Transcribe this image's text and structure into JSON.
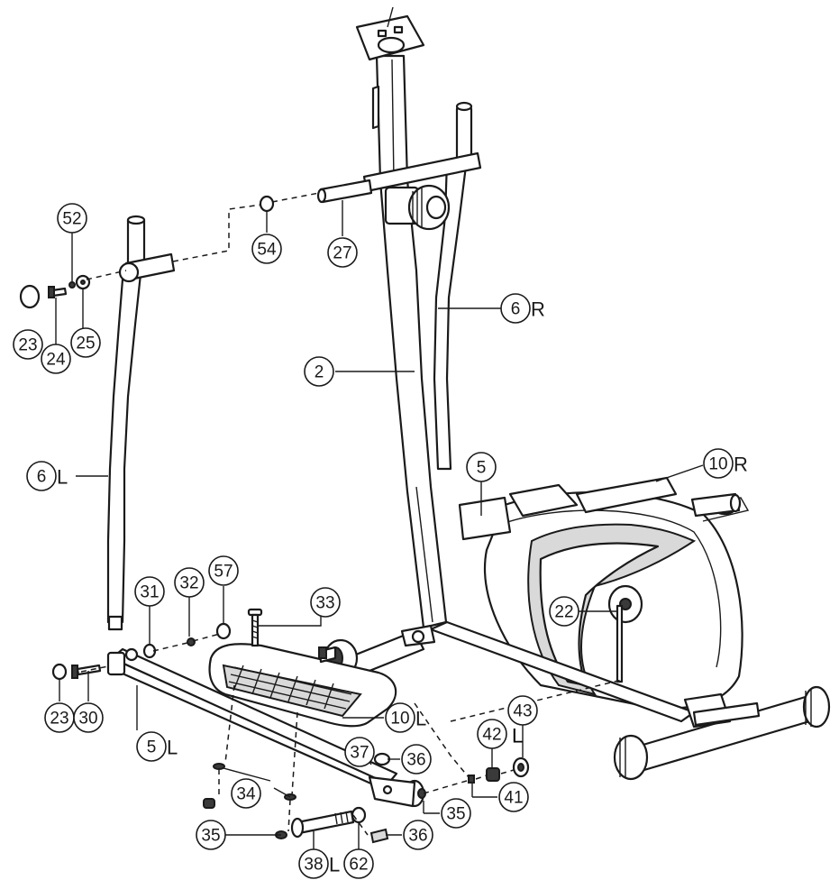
{
  "callouts": [
    {
      "id": "c52",
      "number": "52",
      "suffix": ""
    },
    {
      "id": "c23a",
      "number": "23",
      "suffix": ""
    },
    {
      "id": "c24",
      "number": "24",
      "suffix": ""
    },
    {
      "id": "c25",
      "number": "25",
      "suffix": ""
    },
    {
      "id": "c54",
      "number": "54",
      "suffix": ""
    },
    {
      "id": "c27",
      "number": "27",
      "suffix": ""
    },
    {
      "id": "c6R",
      "number": "6",
      "suffix": "R"
    },
    {
      "id": "c2",
      "number": "2",
      "suffix": ""
    },
    {
      "id": "c6L",
      "number": "6",
      "suffix": "L"
    },
    {
      "id": "c5",
      "number": "5",
      "suffix": ""
    },
    {
      "id": "c10R",
      "number": "10",
      "suffix": "R"
    },
    {
      "id": "c57",
      "number": "57",
      "suffix": ""
    },
    {
      "id": "c31",
      "number": "31",
      "suffix": ""
    },
    {
      "id": "c32",
      "number": "32",
      "suffix": ""
    },
    {
      "id": "c33",
      "number": "33",
      "suffix": ""
    },
    {
      "id": "c22",
      "number": "22",
      "suffix": ""
    },
    {
      "id": "c23b",
      "number": "23",
      "suffix": ""
    },
    {
      "id": "c30",
      "number": "30",
      "suffix": ""
    },
    {
      "id": "c10L",
      "number": "10",
      "suffix": "L"
    },
    {
      "id": "c5L",
      "number": "5",
      "suffix": "L"
    },
    {
      "id": "c43",
      "number": "43",
      "suffix": ""
    },
    {
      "id": "c42",
      "number": "42",
      "suffix": ""
    },
    {
      "id": "c37",
      "number": "37",
      "suffix": ""
    },
    {
      "id": "c36a",
      "number": "36",
      "suffix": ""
    },
    {
      "id": "c41",
      "number": "41",
      "suffix": ""
    },
    {
      "id": "c34",
      "number": "34",
      "suffix": ""
    },
    {
      "id": "c35a",
      "number": "35",
      "suffix": ""
    },
    {
      "id": "c35b",
      "number": "35",
      "suffix": ""
    },
    {
      "id": "c36b",
      "number": "36",
      "suffix": ""
    },
    {
      "id": "c38L",
      "number": "38",
      "suffix": "L"
    },
    {
      "id": "c62",
      "number": "62",
      "suffix": ""
    }
  ],
  "extra_labels": {
    "l43": "L"
  }
}
